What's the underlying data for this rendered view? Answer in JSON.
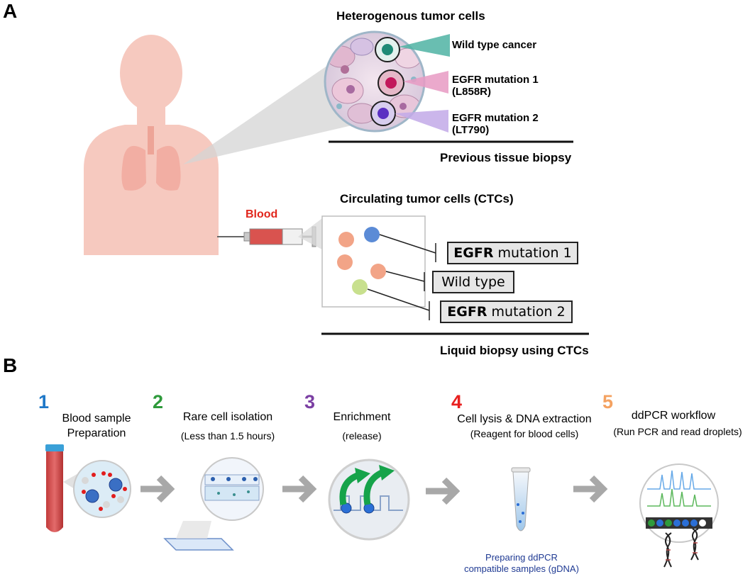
{
  "panel_a": {
    "label": "A",
    "tissue_title": "Heterogenous tumor cells",
    "tissue_labels": [
      {
        "line1": "Wild type cancer",
        "line2": ""
      },
      {
        "line1": "EGFR mutation 1",
        "line2": "(L858R)"
      },
      {
        "line1": "EGFR mutation 2",
        "line2": "(LT790)"
      }
    ],
    "tissue_footer": "Previous tissue biopsy",
    "blood_label": "Blood",
    "ctc_title": "Circulating tumor cells (CTCs)",
    "ctc_boxes": [
      {
        "bold": "EGFR",
        "rest": " mutation 1"
      },
      {
        "bold": "",
        "rest": "Wild type"
      },
      {
        "bold": "EGFR",
        "rest": " mutation 2"
      }
    ],
    "ctc_footer": "Liquid biopsy using CTCs",
    "colors": {
      "body": "#f6c9bf",
      "lungs": "#f2aea3",
      "wild_type": "#4fb3a3",
      "mutation1": "#d6407a",
      "mutation2": "#7b5cd6"
    }
  },
  "panel_b": {
    "label": "B",
    "steps": [
      {
        "number": "1",
        "title": "Blood sample",
        "subtitle": "Preparation",
        "color": "#1f78c8"
      },
      {
        "number": "2",
        "title": "Rare cell isolation",
        "subtitle": "(Less than 1.5 hours)",
        "color": "#2e9a3b"
      },
      {
        "number": "3",
        "title": "Enrichment",
        "subtitle": "(release)",
        "color": "#7b3fa3"
      },
      {
        "number": "4",
        "title": "Cell lysis & DNA extraction",
        "subtitle": "(Reagent for blood cells)",
        "color": "#e8201f"
      },
      {
        "number": "5",
        "title": "ddPCR workflow",
        "subtitle": "(Run PCR and read droplets)",
        "color": "#f4a261"
      }
    ],
    "gdna_note": {
      "line1": "Preparing ddPCR",
      "line2": "compatible samples (gDNA)"
    }
  }
}
